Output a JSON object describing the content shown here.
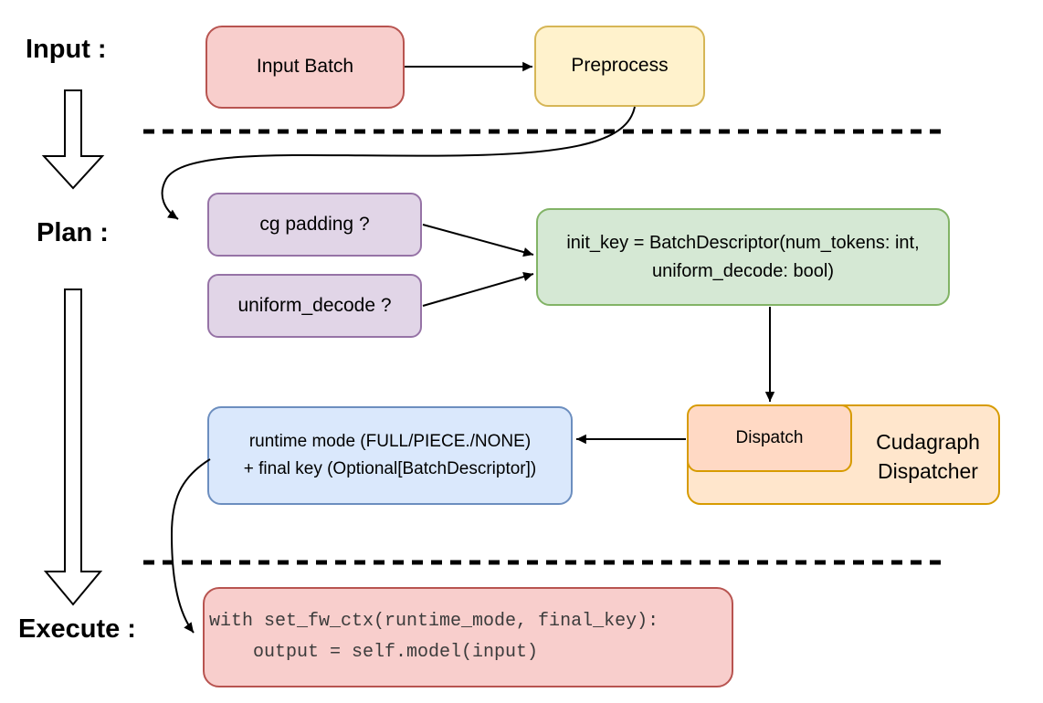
{
  "diagram": {
    "stages": {
      "input_label": "Input :",
      "plan_label": "Plan :",
      "execute_label": "Execute :"
    },
    "nodes": {
      "input_batch": "Input Batch",
      "preprocess": "Preprocess",
      "cg_padding": "cg padding ?",
      "uniform_decode": "uniform_decode ?",
      "init_key_line1": "init_key = BatchDescriptor(num_tokens: int,",
      "init_key_line2": "uniform_decode: bool)",
      "runtime_mode_line1": "runtime mode (FULL/PIECE./NONE)",
      "runtime_mode_line2": "+ final key (Optional[BatchDescriptor])",
      "dispatch": "Dispatch",
      "dispatcher_line1": "Cudagraph",
      "dispatcher_line2": "Dispatcher",
      "code_line1": "with set_fw_ctx(runtime_mode, final_key):",
      "code_line2": "    output = self.model(input)"
    },
    "colors": {
      "red_fill": "#f8cecc",
      "red_stroke": "#b85450",
      "yellow_fill": "#fff2cc",
      "yellow_stroke": "#d6b656",
      "purple_fill": "#e1d5e7",
      "purple_stroke": "#9673a6",
      "green_fill": "#d5e8d4",
      "green_stroke": "#82b366",
      "blue_fill": "#dae8fc",
      "blue_stroke": "#6c8ebf",
      "orange_outer_fill": "#ffe6cc",
      "orange_inner_fill": "#ffd9c4",
      "orange_stroke": "#d79b00",
      "connector_color": "#000000",
      "code_text_color": "#3b3b3b"
    }
  }
}
